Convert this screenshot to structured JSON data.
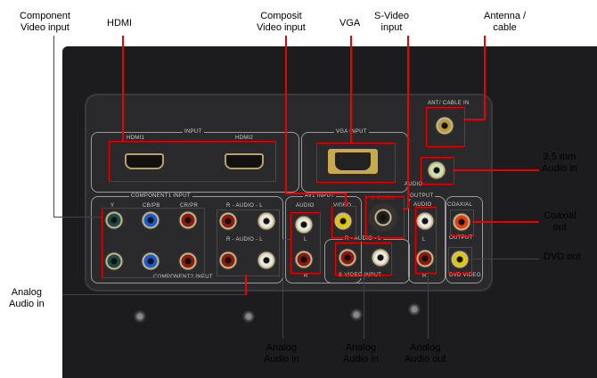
{
  "callouts": {
    "component_video": "Component\nVideo input",
    "hdmi": "HDMI",
    "composite_video": "Composit\nVideo input",
    "vga": "VGA",
    "s_video": "S-Video\ninput",
    "antenna": "Antenna /\ncable",
    "audio_35": "3,5 mm\nAudio in",
    "coaxial": "Coaxial\nout",
    "dvd_out": "DVD out",
    "analog_left": "Analog\nAudio in",
    "analog_av1": "Analog\nAudio in",
    "analog_svideo": "Analog\nAudio in",
    "analog_out": "Analog\nAudio out"
  },
  "panel_text": {
    "input": "INPUT",
    "hdmi1": "HDMI1",
    "hdmi2": "HDMI2",
    "vga_input": "VGA INPUT",
    "ant": "ANT/ CABLE IN",
    "audio": "AUDIO",
    "component1": "COMPONENT1 INPUT",
    "component2": "COMPONENT2 INPUT",
    "y": "Y",
    "cb": "CB/PB",
    "cr": "CR/PR",
    "r_audio_l": "R - AUDIO - L",
    "av1": "AV1 INPUT",
    "av_audio": "AUDIO",
    "video": "VIDEO",
    "l": "L",
    "r": "R",
    "svideo": "S-VIDEO",
    "svideo_input": "S-VIDEO INPUT",
    "output": "OUTPUT",
    "out_audio": "AUDIO",
    "coaxial": "COAXIAL",
    "output2": "OUTPUT",
    "dvd": "DVD VIDEO"
  },
  "colors": {
    "highlight": "#e00000"
  }
}
